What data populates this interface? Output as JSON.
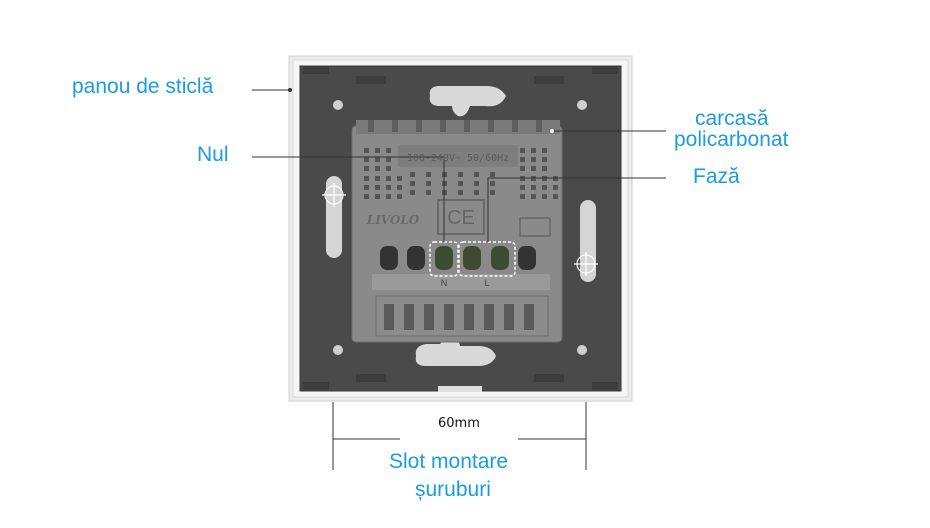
{
  "labels": {
    "glass_panel": "panou de sticlă",
    "neutral": "Nul",
    "casing_line1": "carcasă",
    "casing_line2": "policarbonat",
    "phase": "Fază",
    "screw_slot_line1": "Slot montare",
    "screw_slot_line2": "șuruburi"
  },
  "dimension": {
    "width_text": "60mm"
  },
  "device_markings": {
    "brand": "LIVOLO",
    "rating": "100-240V~ 50/60Hz",
    "ce": "CE",
    "terminal_n": "N",
    "terminal_l": "L"
  },
  "colors": {
    "label_blue": "#1a9de0",
    "panel_dark": "#4a4a4a",
    "module_gray": "#8a8a8a",
    "frame_light": "#e8e8e8"
  }
}
